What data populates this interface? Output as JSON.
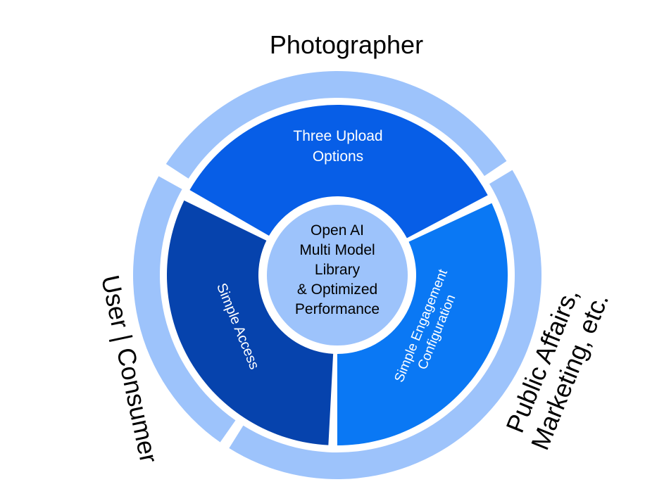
{
  "outer_labels": {
    "top": "Photographer",
    "left": "User | Consumer",
    "right_line1": "Public Affairs,",
    "right_line2": "Marketing, etc."
  },
  "segments": {
    "top": {
      "line1": "Three Upload",
      "line2": "Options"
    },
    "left": {
      "line1": "Simple Access"
    },
    "right": {
      "line1": "Simple Engagement",
      "line2": "Configuration"
    }
  },
  "center": {
    "lines": [
      "Open AI",
      "Multi Model",
      "Library",
      "& Optimized",
      "Performance"
    ]
  },
  "colors": {
    "outer_ring": "#9dc3fb",
    "segment_top": "#075ee7",
    "segment_left": "#0643ad",
    "segment_right": "#0a78f4",
    "center_circle": "#9dc3fb",
    "background": "#ffffff"
  }
}
